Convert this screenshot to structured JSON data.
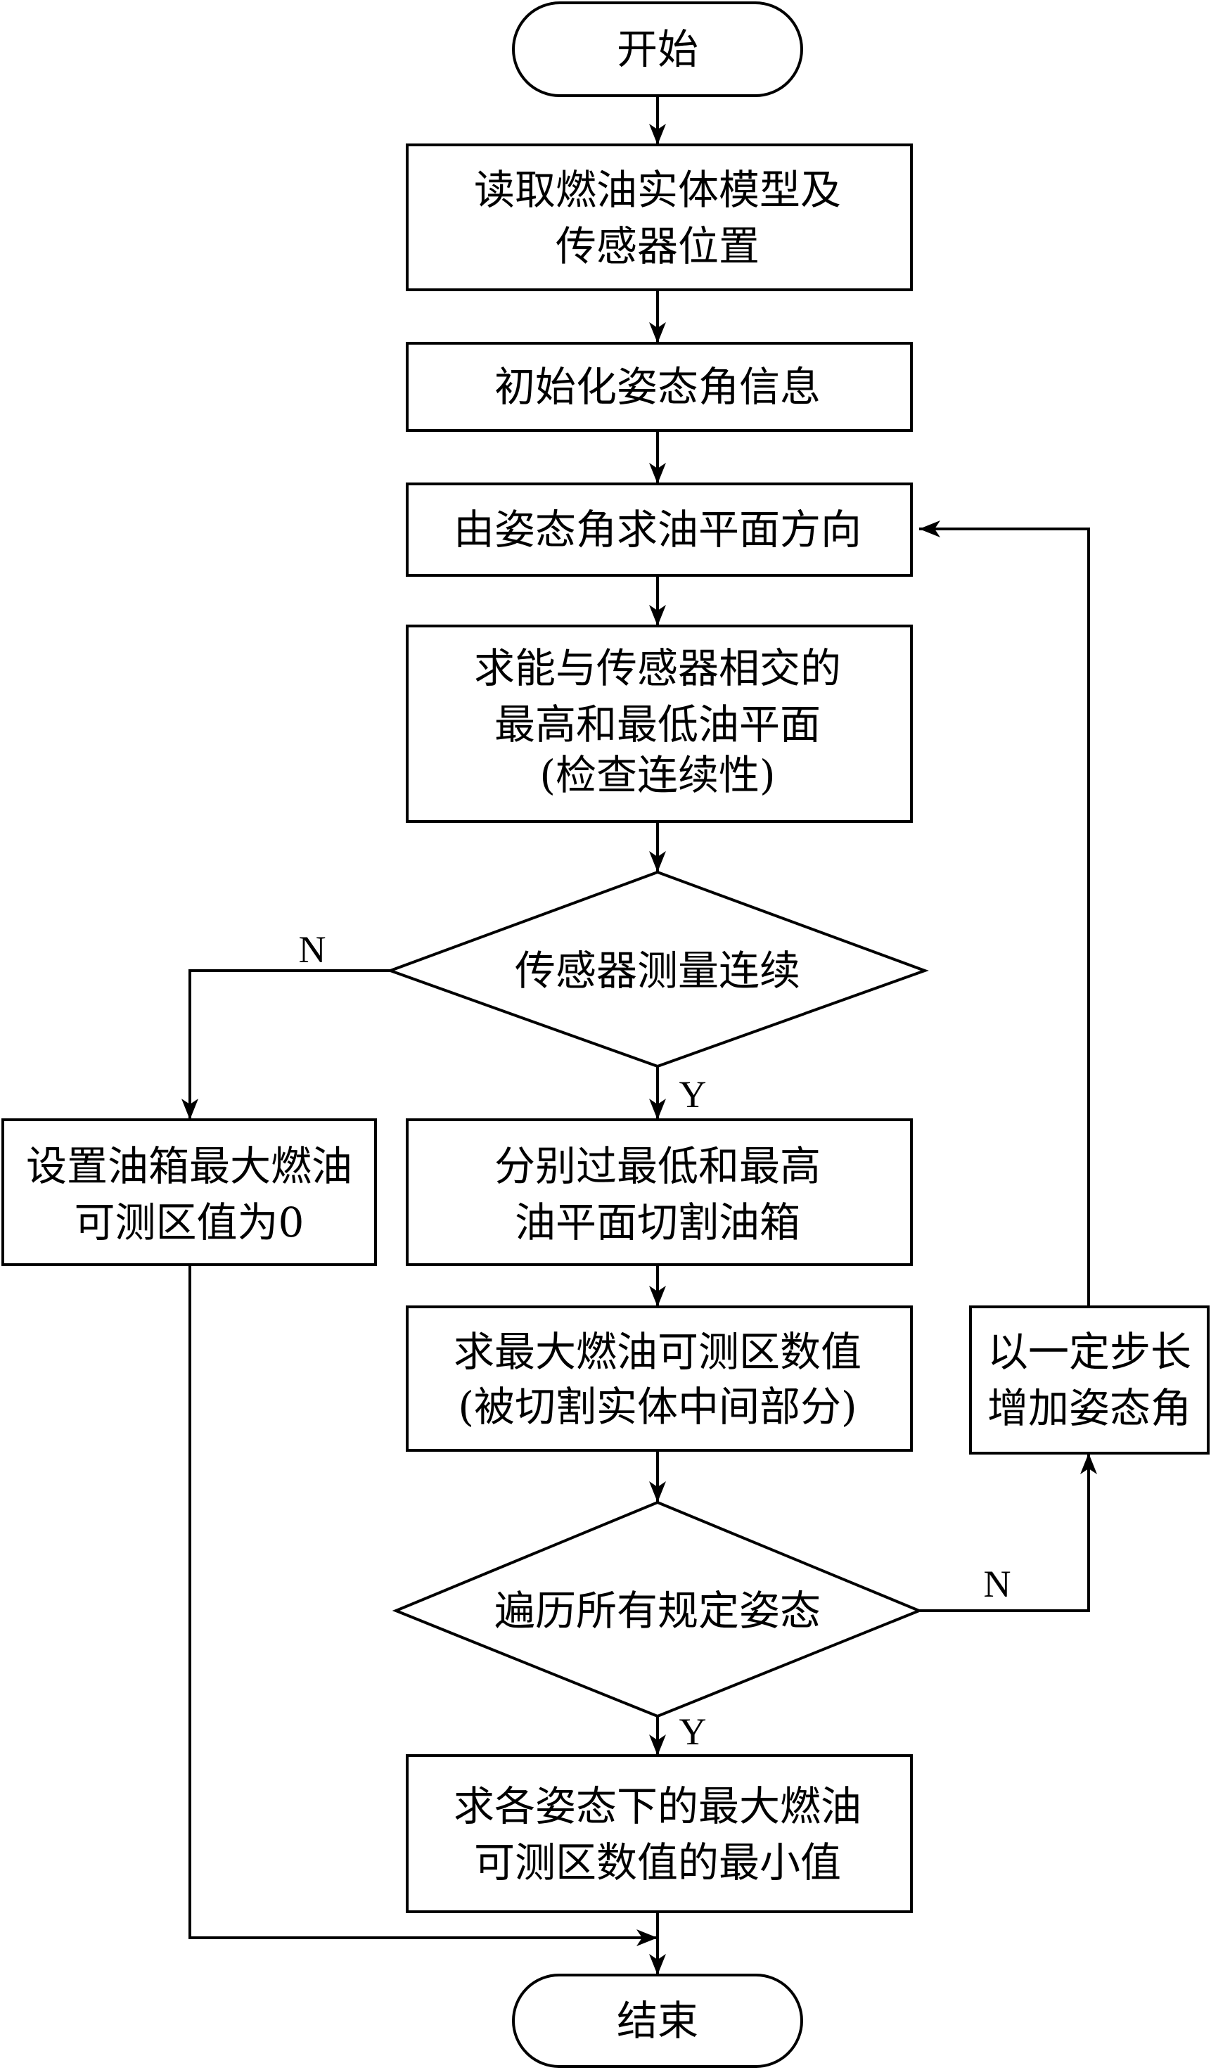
{
  "flowchart": {
    "start": "开始",
    "read_model": [
      "读取燃油实体模型及",
      "传感器位置"
    ],
    "init_attitude": "初始化姿态角信息",
    "oil_plane_dir": "由姿态角求油平面方向",
    "find_planes": [
      "求能与传感器相交的",
      "最高和最低油平面",
      "(检查连续性)"
    ],
    "decision_continuous": "传感器测量连续",
    "set_zero": [
      "设置油箱最大燃油",
      "可测区值为0"
    ],
    "cut_tank": [
      "分别过最低和最高",
      "油平面切割油箱"
    ],
    "max_fuel_region": [
      "求最大燃油可测区数值",
      "(被切割实体中间部分)"
    ],
    "increase_angle": [
      "以一定步长",
      "增加姿态角"
    ],
    "decision_all_attitudes": "遍历所有规定姿态",
    "min_value": [
      "求各姿态下的最大燃油",
      "可测区数值的最小值"
    ],
    "end": "结束",
    "label_no_1": "N",
    "label_yes_1": "Y",
    "label_no_2": "N",
    "label_yes_2": "Y"
  },
  "colors": {
    "stroke": "#000000",
    "fill": "#ffffff",
    "text": "#000000"
  }
}
